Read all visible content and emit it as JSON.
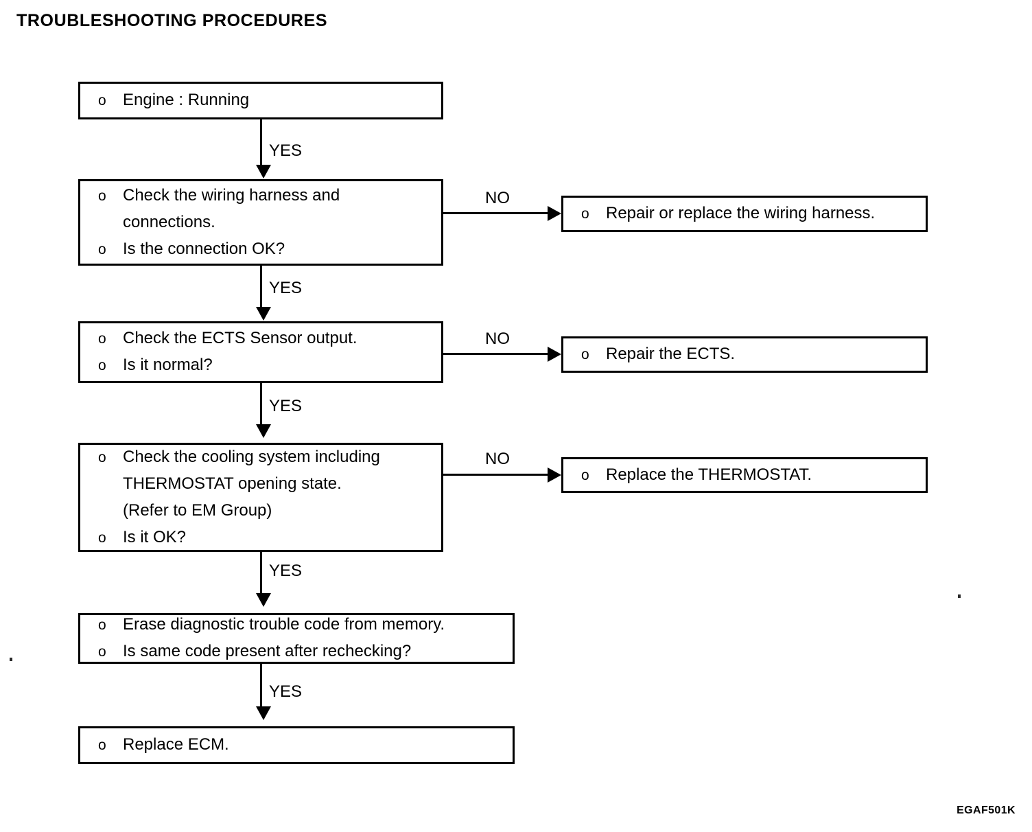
{
  "page": {
    "title": "TROUBLESHOOTING PROCEDURES",
    "footer_code": "EGAF501K",
    "ink_color": "#000000",
    "background_color": "#ffffff"
  },
  "flow": {
    "bullet_glyph": "o",
    "boxes": [
      {
        "id": "engine-running",
        "lines": [
          "Engine : Running"
        ]
      },
      {
        "id": "check-wiring-harness",
        "lines": [
          "Check the wiring harness and",
          "connections.",
          "Is the connection OK?"
        ]
      },
      {
        "id": "check-ects-output",
        "lines": [
          "Check the ECTS Sensor output.",
          "Is it normal?"
        ]
      },
      {
        "id": "check-cooling-system",
        "lines": [
          "Check the cooling system including",
          "THERMOSTAT opening state.",
          "(Refer to EM Group)",
          "Is it OK?"
        ]
      },
      {
        "id": "erase-dtc",
        "lines": [
          "Erase diagnostic trouble code from memory.",
          "Is same code present after rechecking?"
        ]
      },
      {
        "id": "replace-ecm",
        "lines": [
          "Replace ECM."
        ]
      }
    ],
    "outcome_boxes": [
      {
        "id": "repair-wiring-harness",
        "lines": [
          "Repair or replace the wiring harness."
        ]
      },
      {
        "id": "repair-ects",
        "lines": [
          "Repair the ECTS."
        ]
      },
      {
        "id": "replace-thermostat",
        "lines": [
          "Replace the THERMOSTAT."
        ]
      }
    ],
    "edge_labels": {
      "yes": "YES",
      "no": "NO"
    },
    "edges": [
      {
        "from": "engine-running",
        "to": "check-wiring-harness",
        "label": "YES"
      },
      {
        "from": "check-wiring-harness",
        "to": "repair-wiring-harness",
        "label": "NO"
      },
      {
        "from": "check-wiring-harness",
        "to": "check-ects-output",
        "label": "YES"
      },
      {
        "from": "check-ects-output",
        "to": "repair-ects",
        "label": "NO"
      },
      {
        "from": "check-ects-output",
        "to": "check-cooling-system",
        "label": "YES"
      },
      {
        "from": "check-cooling-system",
        "to": "replace-thermostat",
        "label": "NO"
      },
      {
        "from": "check-cooling-system",
        "to": "erase-dtc",
        "label": "YES"
      },
      {
        "from": "erase-dtc",
        "to": "replace-ecm",
        "label": "YES"
      }
    ]
  }
}
